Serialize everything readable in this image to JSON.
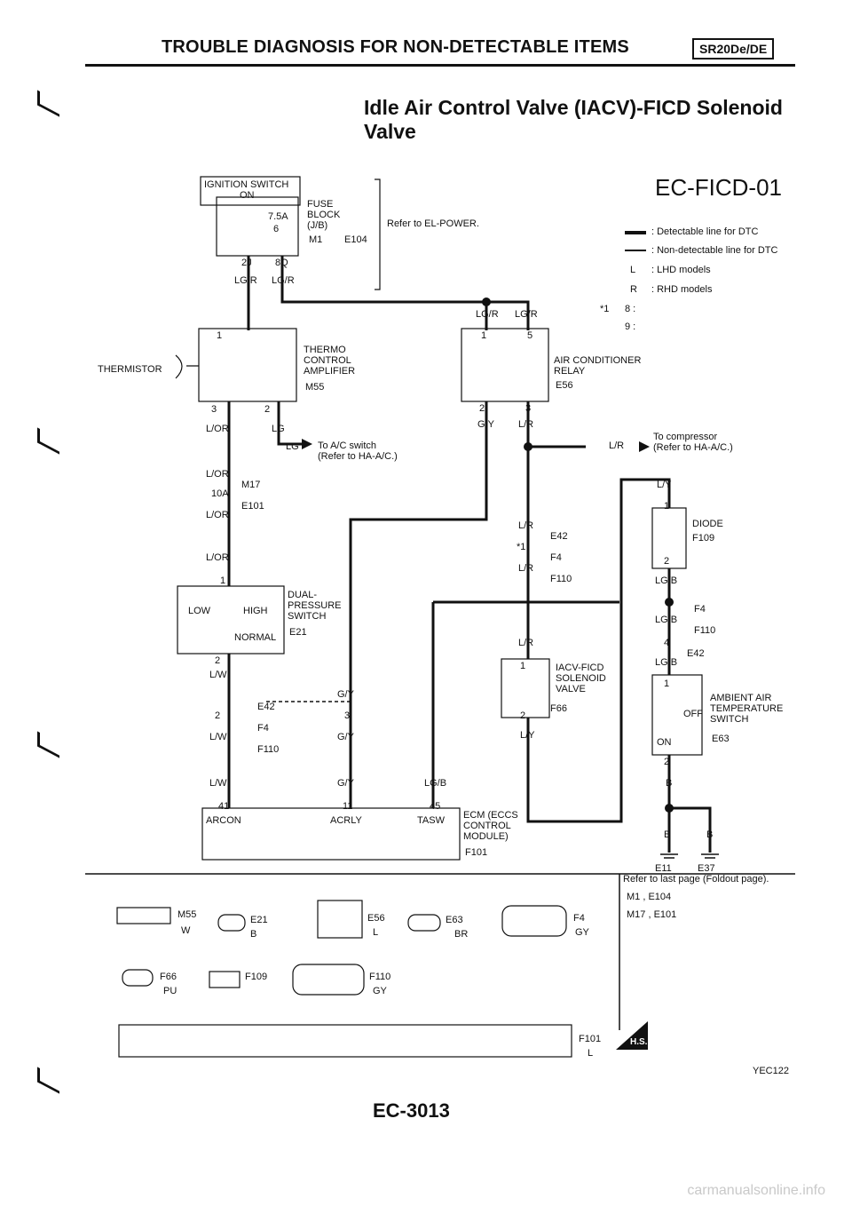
{
  "header": {
    "title": "TROUBLE DIAGNOSIS FOR NON-DETECTABLE ITEMS",
    "engine_code": "SR20De/DE"
  },
  "section_title": "Idle Air Control Valve (IACV)-FICD Solenoid Valve",
  "figure_id": "EC-FICD-01",
  "legend": {
    "detectable": ": Detectable line for DTC",
    "non_detectable": ": Non-detectable line for DTC",
    "lhd": ": LHD models",
    "rhd": ": RHD models",
    "note1_star": "*1",
    "note1_a": "8 :",
    "note1_b": "9 :",
    "L": "L",
    "R": "R"
  },
  "components": {
    "ignition_switch": "IGNITION SWITCH",
    "ignition_on": "ON",
    "fuse_amp": "7.5A",
    "fuse_num": "6",
    "fuse_block": "FUSE BLOCK (J/B)",
    "fuse_conn_a": "M1",
    "fuse_conn_b": "E104",
    "refer_el_power": "Refer to EL-POWER.",
    "thermo_amp": "THERMO CONTROL AMPLIFIER",
    "thermo_conn": "M55",
    "thermistor": "THERMISTOR",
    "ac_relay": "AIR CONDITIONER RELAY",
    "ac_relay_conn": "E56",
    "to_compressor": "To compressor",
    "to_compressor_ref": "(Refer to HA-A/C.)",
    "to_ac_switch": "To A/C switch",
    "to_ac_switch_ref": "(Refer to HA-A/C.)",
    "dual_pressure_switch": "DUAL-PRESSURE SWITCH",
    "dual_pressure_conn": "E21",
    "low": "LOW",
    "high": "HIGH",
    "normal": "NORMAL",
    "diode": "DIODE",
    "diode_conn": "F109",
    "iacv": "IACV-FICD SOLENOID VALVE",
    "iacv_conn": "F66",
    "ambient_switch": "AMBIENT AIR TEMPERATURE SWITCH",
    "ambient_conn": "E63",
    "off": "OFF",
    "on": "ON",
    "ecm": "ECM (ECCS CONTROL MODULE)",
    "ecm_conn": "F101",
    "ecm_arcon": "ARCON",
    "ecm_acrly": "ACRLY",
    "ecm_tasw": "TASW",
    "ground_a": "E11",
    "ground_b": "E37"
  },
  "wires": {
    "lgr": "LG/R",
    "lg": "LG",
    "lor": "L/OR",
    "lw": "L/W",
    "gy": "G/Y",
    "lr": "L/R",
    "ly": "L/Y",
    "lgb": "LG/B",
    "b": "B"
  },
  "pins": {
    "p1": "1",
    "p2": "2",
    "p3": "3",
    "p4": "4",
    "p5": "5",
    "p2j": "2J",
    "p8q": "8Q",
    "p10a": "10A",
    "star1": "*1",
    "p11": "11",
    "p41": "41",
    "p45": "45"
  },
  "conn_labels": {
    "m17": "M17",
    "e101": "E101",
    "e42": "E42",
    "f4": "F4",
    "f110": "F110"
  },
  "connectors": [
    {
      "id": "M55",
      "color": "W"
    },
    {
      "id": "E21",
      "color": "B"
    },
    {
      "id": "E56",
      "color": "L"
    },
    {
      "id": "E63",
      "color": "BR"
    },
    {
      "id": "F4",
      "color": "GY"
    },
    {
      "id": "F66",
      "color": "PU"
    },
    {
      "id": "F109",
      "color": ""
    },
    {
      "id": "F110",
      "color": "GY"
    },
    {
      "id": "F101",
      "color": "L"
    }
  ],
  "refer_last_page": "Refer to last page (Foldout page).",
  "refer_pairs": [
    "M1 , E104",
    "M17 , E101"
  ],
  "hs_label": "H.S.",
  "figure_code": "YEC122",
  "page_number": "EC-3013",
  "watermark": "carmanualsonline.info"
}
